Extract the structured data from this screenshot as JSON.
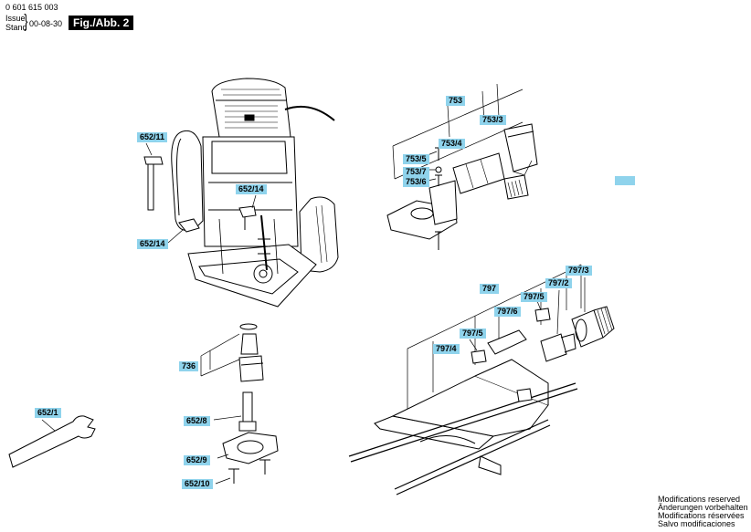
{
  "header": {
    "doc_number": "0 601 615 003",
    "issue_label": "Issue",
    "stand_label": "Stand",
    "date": "00-08-30",
    "figure_badge": "Fig./Abb. 2"
  },
  "part_labels": {
    "p652_11": "652/11",
    "p652_14a": "652/14",
    "p652_14b": "652/14",
    "p736": "736",
    "p652_1": "652/1",
    "p652_8": "652/8",
    "p652_9": "652/9",
    "p652_10": "652/10",
    "p753": "753",
    "p753_3": "753/3",
    "p753_4": "753/4",
    "p753_5": "753/5",
    "p753_7": "753/7",
    "p753_6": "753/6",
    "p797": "797",
    "p797_3": "797/3",
    "p797_2": "797/2",
    "p797_5a": "797/5",
    "p797_6": "797/6",
    "p797_5b": "797/5",
    "p797_4": "797/4"
  },
  "footer": {
    "line1": "Modifications reserved",
    "line2": "Änderungen vorbehalten",
    "line3": "Modifications réservées",
    "line4": "Salvo modificaciones"
  }
}
